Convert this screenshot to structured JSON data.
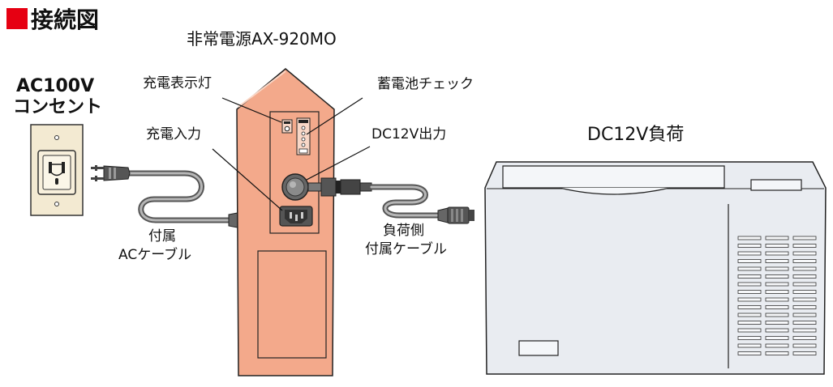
{
  "title": "接続図",
  "colors": {
    "title_square": "#e60012",
    "unit_body": "#f3a98b",
    "load_body": "#e9ecf1",
    "outline": "#222222",
    "cable": "#555555"
  },
  "labels": {
    "unit_name": "非常電源AX-920MO",
    "outlet_line1": "AC100V",
    "outlet_line2": "コンセント",
    "charge_indicator": "充電表示灯",
    "charge_input": "充電入力",
    "battery_check": "蓄電池チェック",
    "dc_output": "DC12V出力",
    "dc_load": "DC12V負荷",
    "ac_cable_line1": "付属",
    "ac_cable_line2": "ACケーブル",
    "load_cable_line1": "負荷側",
    "load_cable_line2": "付属ケーブル"
  },
  "icons": [
    "ac-outlet-icon",
    "plug-icon",
    "iec-inlet-icon",
    "dc-socket-icon",
    "led-icon"
  ]
}
